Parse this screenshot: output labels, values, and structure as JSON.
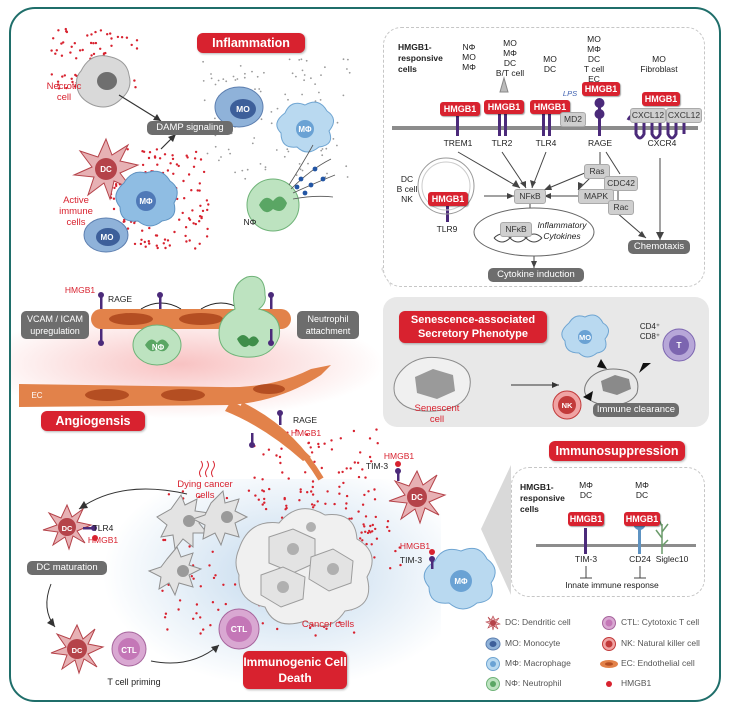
{
  "titles": {
    "inflammation": "Inflammation",
    "angiogenesis": "Angiogensis",
    "sasp": "Senescence-associated Secretory Phenotype",
    "immunosuppression": "Immunosuppression",
    "icd": "Immunogenic Cell Death"
  },
  "left": {
    "necrotic_cell": "Necrotic cell",
    "damp_signaling": "DAMP signaling",
    "active_immune_cells": "Active immune cells",
    "hmgb1": "HMGB1",
    "rage": "RAGE",
    "vcam_icam": "VCAM / ICAM upregulation",
    "neutrophil_attachment": "Neutrophil attachment",
    "ec": "EC",
    "rage2": "RAGE",
    "hmgb1_2": "HMGB1",
    "dying_cancer_cells": "Dying cancer cells",
    "tlr4": "TLR4",
    "hmgb1_3": "HMGB1",
    "dc_maturation": "DC maturation",
    "t_cell_priming": "T cell priming",
    "cancer_cells": "Cancer cells"
  },
  "cells": {
    "mo": "MO",
    "mphi": "MΦ",
    "nphi": "NΦ",
    "dc": "DC",
    "ctl": "CTL",
    "nk": "NK",
    "t": "T"
  },
  "pathway": {
    "heading": "HMGB1-responsive cells",
    "col1": [
      "NΦ",
      "MO",
      "MΦ"
    ],
    "col2": [
      "MO",
      "MΦ",
      "DC",
      "B/T cell"
    ],
    "col3": [
      "MO",
      "DC"
    ],
    "col4": [
      "MO",
      "MΦ",
      "DC",
      "T cell",
      "EC"
    ],
    "col5": [
      "MO",
      "Fibroblast"
    ],
    "hmgb1": "HMGB1",
    "receptors": [
      "TREM1",
      "TLR2",
      "TLR4",
      "RAGE",
      "CXCR4"
    ],
    "md2": "MD2",
    "cxcl12": "CXCL12",
    "lps": "LPS",
    "tlr9_cells": [
      "DC",
      "B cell",
      "NK"
    ],
    "tlr9": "TLR9",
    "nfkb": "NFκB",
    "ras": "Ras",
    "cdc42": "CDC42",
    "mapk": "MAPK",
    "rac": "Rac",
    "inflammatory_cytokines": "Inflammatory Cytokines",
    "chemotaxis": "Chemotaxis",
    "cytokine_induction": "Cytokine induction"
  },
  "sasp": {
    "cd4": "CD4⁺",
    "cd8": "CD8⁺",
    "senescent_cell": "Senescent cell",
    "immune_clearance": "Immune clearance"
  },
  "immuno": {
    "tim3": "TIM-3",
    "hmgb1": "HMGB1",
    "heading": "HMGB1-responsive cells",
    "col1": [
      "MΦ",
      "DC"
    ],
    "col2": [
      "MΦ",
      "DC"
    ],
    "receptors": [
      "TIM-3",
      "CD24",
      "Siglec10"
    ],
    "innate": "Innate immune response"
  },
  "legend": [
    {
      "key": "dc",
      "text": "DC: Dendritic cell"
    },
    {
      "key": "ctl",
      "text": "CTL: Cytotoxic T cell"
    },
    {
      "key": "mo",
      "text": "MO: Monocyte"
    },
    {
      "key": "nk",
      "text": "NK: Natural killer cell"
    },
    {
      "key": "mphi",
      "text": "MΦ: Macrophage"
    },
    {
      "key": "ec",
      "text": "EC: Endothelial cell"
    },
    {
      "key": "nphi",
      "text": "NΦ: Neutrophil"
    },
    {
      "key": "hmgb1",
      "text": "HMGB1"
    }
  ],
  "colors": {
    "frame": "#1f6e6a",
    "hmgb1_red": "#d8222f",
    "receptor_purple": "#4b2a7a",
    "endothelial_orange": "#e2824a",
    "monocyte_blue": "#4f79b7",
    "macrophage_lightblue": "#8fbde3",
    "neutrophil_green": "#7fc387",
    "dc_red": "#b5434a",
    "ctl_purple": "#c477b7"
  }
}
